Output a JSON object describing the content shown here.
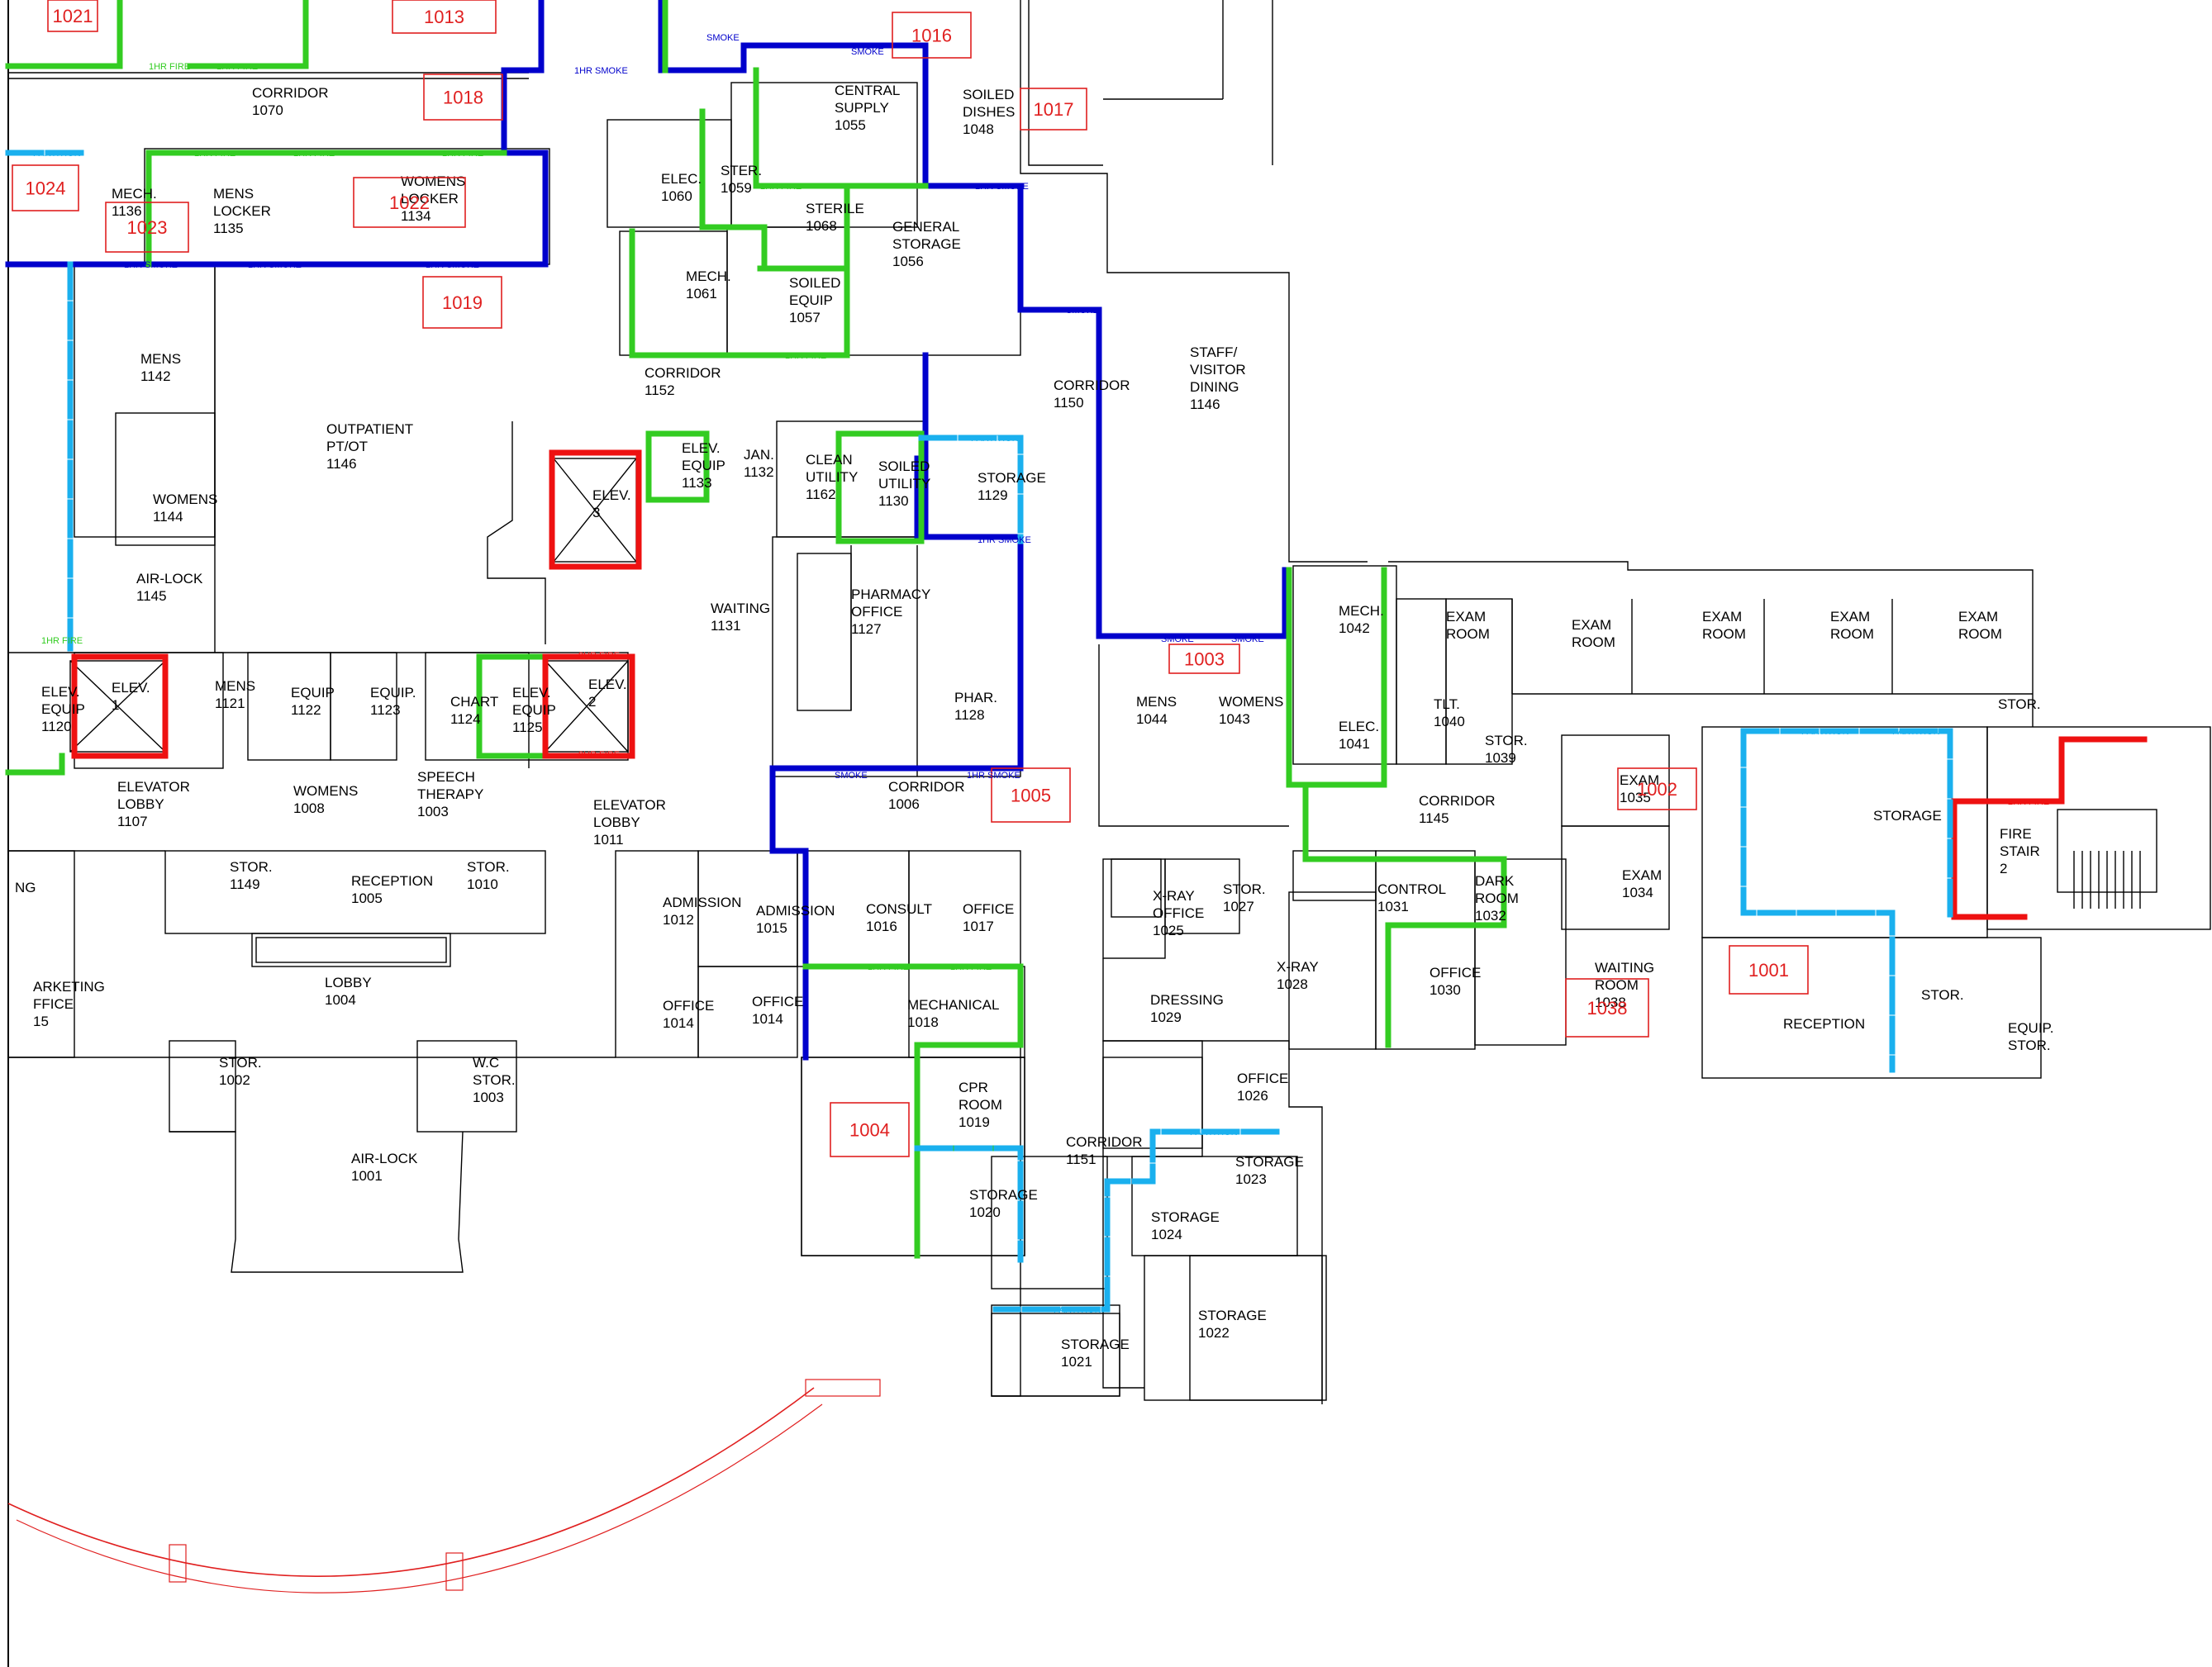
{
  "colors": {
    "smoke": "#0000cc",
    "fire_1hr": "#33cc22",
    "fire_2hr": "#ee1111",
    "partition": "#1ab0ee",
    "tag": "#e02020",
    "line": "#000000"
  },
  "rooms": [
    {
      "id": "corridor-1070",
      "name": "CORRIDOR",
      "number": "1070"
    },
    {
      "id": "mech-1136",
      "name": "MECH.",
      "number": "1136"
    },
    {
      "id": "mens-locker-1135",
      "name": "MENS\nLOCKER",
      "number": "1135"
    },
    {
      "id": "womens-locker-1134",
      "name": "WOMENS\nLOCKER",
      "number": "1134"
    },
    {
      "id": "central-supply-1055",
      "name": "CENTRAL\nSUPPLY",
      "number": "1055"
    },
    {
      "id": "soiled-dishes-1048",
      "name": "SOILED\nDISHES",
      "number": "1048"
    },
    {
      "id": "elec-1060",
      "name": "ELEC.",
      "number": "1060"
    },
    {
      "id": "ster-1059",
      "name": "STER.",
      "number": "1059"
    },
    {
      "id": "sterile-1068",
      "name": "STERILE",
      "number": "1068"
    },
    {
      "id": "general-storage-1056",
      "name": "GENERAL\nSTORAGE",
      "number": "1056"
    },
    {
      "id": "mech-1061",
      "name": "MECH.",
      "number": "1061"
    },
    {
      "id": "soiled-equip-1057",
      "name": "SOILED\nEQUIP",
      "number": "1057"
    },
    {
      "id": "mens-1142",
      "name": "MENS",
      "number": "1142"
    },
    {
      "id": "corridor-1152",
      "name": "CORRIDOR",
      "number": "1152"
    },
    {
      "id": "corridor-1150",
      "name": "CORRIDOR",
      "number": "1150"
    },
    {
      "id": "staff-dining-1146",
      "name": "STAFF/\nVISITOR\nDINING",
      "number": "1146"
    },
    {
      "id": "outpatient-1146",
      "name": "OUTPATIENT\nPT/OT",
      "number": "1146"
    },
    {
      "id": "elev-equip-1133",
      "name": "ELEV.\nEQUIP",
      "number": "1133"
    },
    {
      "id": "jan-1132",
      "name": "JAN.",
      "number": "1132"
    },
    {
      "id": "clean-utility-1162",
      "name": "CLEAN\nUTILITY",
      "number": "1162"
    },
    {
      "id": "soiled-utility-1130",
      "name": "SOILED\nUTILITY",
      "number": "1130"
    },
    {
      "id": "storage-1129",
      "name": "STORAGE",
      "number": "1129"
    },
    {
      "id": "elev-3",
      "name": "ELEV.",
      "number": "3"
    },
    {
      "id": "womens-1144",
      "name": "WOMENS",
      "number": "1144"
    },
    {
      "id": "air-lock-1145",
      "name": "AIR-LOCK",
      "number": "1145"
    },
    {
      "id": "waiting-1131",
      "name": "WAITING",
      "number": "1131"
    },
    {
      "id": "pharmacy-office-1127",
      "name": "PHARMACY\nOFFICE",
      "number": "1127"
    },
    {
      "id": "mech-1042",
      "name": "MECH.",
      "number": "1042"
    },
    {
      "id": "exam-room-a",
      "name": "EXAM\nROOM",
      "number": ""
    },
    {
      "id": "exam-room-b",
      "name": "EXAM\nROOM",
      "number": ""
    },
    {
      "id": "exam-room-c",
      "name": "EXAM\nROOM",
      "number": ""
    },
    {
      "id": "exam-room-d",
      "name": "EXAM\nROOM",
      "number": ""
    },
    {
      "id": "exam-room-e",
      "name": "EXAM\nROOM",
      "number": ""
    },
    {
      "id": "elev-equip-1120",
      "name": "ELEV.\nEQUIP",
      "number": "1120"
    },
    {
      "id": "elev-1",
      "name": "ELEV.",
      "number": "1"
    },
    {
      "id": "mens-1121",
      "name": "MENS",
      "number": "1121"
    },
    {
      "id": "equip-1122",
      "name": "EQUIP",
      "number": "1122"
    },
    {
      "id": "equip-1123",
      "name": "EQUIP.",
      "number": "1123"
    },
    {
      "id": "chart-1124",
      "name": "CHART",
      "number": "1124"
    },
    {
      "id": "elev-equip-1125",
      "name": "ELEV.\nEQUIP",
      "number": "1125"
    },
    {
      "id": "elev-2",
      "name": "ELEV.",
      "number": "2"
    },
    {
      "id": "phar-1128",
      "name": "PHAR.",
      "number": "1128"
    },
    {
      "id": "mens-1044",
      "name": "MENS",
      "number": "1044"
    },
    {
      "id": "womens-1043",
      "name": "WOMENS",
      "number": "1043"
    },
    {
      "id": "elec-1041",
      "name": "ELEC.",
      "number": "1041"
    },
    {
      "id": "tlt-1040",
      "name": "TLT.",
      "number": "1040"
    },
    {
      "id": "stor-1039",
      "name": "STOR.",
      "number": "1039"
    },
    {
      "id": "stor-east",
      "name": "STOR.",
      "number": ""
    },
    {
      "id": "elevator-lobby-1107",
      "name": "ELEVATOR\nLOBBY",
      "number": "1107"
    },
    {
      "id": "womens-1008",
      "name": "WOMENS",
      "number": "1008"
    },
    {
      "id": "speech-therapy-1003",
      "name": "SPEECH\nTHERAPY",
      "number": "1003"
    },
    {
      "id": "elevator-lobby-1011",
      "name": "ELEVATOR\nLOBBY",
      "number": "1011"
    },
    {
      "id": "corridor-1006",
      "name": "CORRIDOR",
      "number": "1006"
    },
    {
      "id": "corridor-1145",
      "name": "CORRIDOR",
      "number": "1145"
    },
    {
      "id": "exam-1035",
      "name": "EXAM",
      "number": "1035"
    },
    {
      "id": "storage-east",
      "name": "STORAGE",
      "number": ""
    },
    {
      "id": "fire-stair-2",
      "name": "FIRE\nSTAIR",
      "number": "2"
    },
    {
      "id": "stor-1149",
      "name": "STOR.",
      "number": "1149"
    },
    {
      "id": "reception-1005",
      "name": "RECEPTION",
      "number": "1005"
    },
    {
      "id": "stor-1010",
      "name": "STOR.",
      "number": "1010"
    },
    {
      "id": "admission-1012",
      "name": "ADMISSION",
      "number": "1012"
    },
    {
      "id": "admission-1015",
      "name": "ADMISSION",
      "number": "1015"
    },
    {
      "id": "consult-1016",
      "name": "CONSULT",
      "number": "1016"
    },
    {
      "id": "office-1017",
      "name": "OFFICE",
      "number": "1017"
    },
    {
      "id": "xray-office-1025",
      "name": "X-RAY\nOFFICE",
      "number": "1025"
    },
    {
      "id": "stor-1027",
      "name": "STOR.",
      "number": "1027"
    },
    {
      "id": "control-1031",
      "name": "CONTROL",
      "number": "1031"
    },
    {
      "id": "dark-room-1032",
      "name": "DARK\nROOM",
      "number": "1032"
    },
    {
      "id": "exam-1034",
      "name": "EXAM",
      "number": "1034"
    },
    {
      "id": "marketing-office",
      "name": "ARKETING\nFFICE",
      "number": "15"
    },
    {
      "id": "lobby-1004",
      "name": "LOBBY",
      "number": "1004"
    },
    {
      "id": "office-1014a",
      "name": "OFFICE",
      "number": "1014"
    },
    {
      "id": "office-1014b",
      "name": "OFFICE",
      "number": "1014"
    },
    {
      "id": "mechanical-1018",
      "name": "MECHANICAL",
      "number": "1018"
    },
    {
      "id": "xray-1028",
      "name": "X-RAY",
      "number": "1028"
    },
    {
      "id": "office-1030",
      "name": "OFFICE",
      "number": "1030"
    },
    {
      "id": "waiting-room-1038",
      "name": "WAITING\nROOM",
      "number": "1038"
    },
    {
      "id": "reception-east",
      "name": "RECEPTION",
      "number": ""
    },
    {
      "id": "stor-east-2",
      "name": "STOR.",
      "number": ""
    },
    {
      "id": "equip-stor",
      "name": "EQUIP.\nSTOR.",
      "number": ""
    },
    {
      "id": "dressing-1029",
      "name": "DRESSING",
      "number": "1029"
    },
    {
      "id": "stor-1002",
      "name": "STOR.",
      "number": "1002"
    },
    {
      "id": "wc-stor-1003",
      "name": "W.C\nSTOR.",
      "number": "1003"
    },
    {
      "id": "office-1026",
      "name": "OFFICE",
      "number": "1026"
    },
    {
      "id": "cpr-room-1019",
      "name": "CPR\nROOM",
      "number": "1019"
    },
    {
      "id": "corridor-1151",
      "name": "CORRIDOR",
      "number": "1151"
    },
    {
      "id": "storage-1023",
      "name": "STORAGE",
      "number": "1023"
    },
    {
      "id": "air-lock-1001",
      "name": "AIR-LOCK",
      "number": "1001"
    },
    {
      "id": "storage-1020",
      "name": "STORAGE",
      "number": "1020"
    },
    {
      "id": "storage-1024",
      "name": "STORAGE",
      "number": "1024"
    },
    {
      "id": "storage-1022",
      "name": "STORAGE",
      "number": "1022"
    },
    {
      "id": "storage-1021",
      "name": "STORAGE",
      "number": "1021"
    },
    {
      "id": "ng-fragment",
      "name": "NG",
      "number": ""
    }
  ],
  "tags": [
    {
      "id": "tag-1021",
      "text": "1021"
    },
    {
      "id": "tag-1013",
      "text": "1013"
    },
    {
      "id": "tag-1016",
      "text": "1016"
    },
    {
      "id": "tag-1018",
      "text": "1018"
    },
    {
      "id": "tag-1017",
      "text": "1017"
    },
    {
      "id": "tag-1024",
      "text": "1024"
    },
    {
      "id": "tag-1022",
      "text": "1022"
    },
    {
      "id": "tag-1023",
      "text": "1023"
    },
    {
      "id": "tag-1019",
      "text": "1019"
    },
    {
      "id": "tag-1003",
      "text": "1003"
    },
    {
      "id": "tag-1002",
      "text": "1002"
    },
    {
      "id": "tag-1005",
      "text": "1005"
    },
    {
      "id": "tag-1001",
      "text": "1001"
    },
    {
      "id": "tag-1038",
      "text": "1038"
    },
    {
      "id": "tag-1004",
      "text": "1004"
    }
  ],
  "wall_ratings": {
    "smoke": "SMOKE",
    "one_hr_smoke": "1HR SMOKE",
    "one_hr_fire": "1HR FIRE",
    "two_hr_fire": "2HR FIRE",
    "partition": "PARTITION"
  }
}
